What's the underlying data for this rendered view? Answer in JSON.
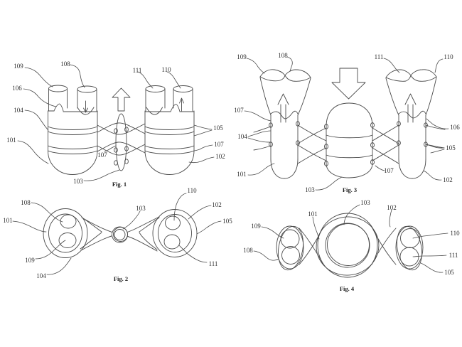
{
  "sheet": {
    "type": "patent-figure-sheet",
    "background": "#ffffff",
    "line_color": "#4a4a4a",
    "label_color": "#2f2f2f"
  },
  "figures": {
    "fig1": {
      "caption": "Fig. 1",
      "labels": [
        "109",
        "108",
        "106",
        "104",
        "101",
        "111",
        "110",
        "105",
        "107",
        "102",
        "107",
        "103"
      ]
    },
    "fig2": {
      "caption": "Fig. 2",
      "labels": [
        "108",
        "101",
        "109",
        "104",
        "103",
        "110",
        "102",
        "105",
        "111"
      ]
    },
    "fig3": {
      "caption": "Fig. 3",
      "labels": [
        "109",
        "108",
        "111",
        "110",
        "107",
        "104",
        "106",
        "105",
        "101",
        "107",
        "102",
        "103"
      ]
    },
    "fig4": {
      "caption": "Fig. 4",
      "labels": [
        "109",
        "108",
        "101",
        "103",
        "102",
        "110",
        "111",
        "105"
      ]
    }
  }
}
